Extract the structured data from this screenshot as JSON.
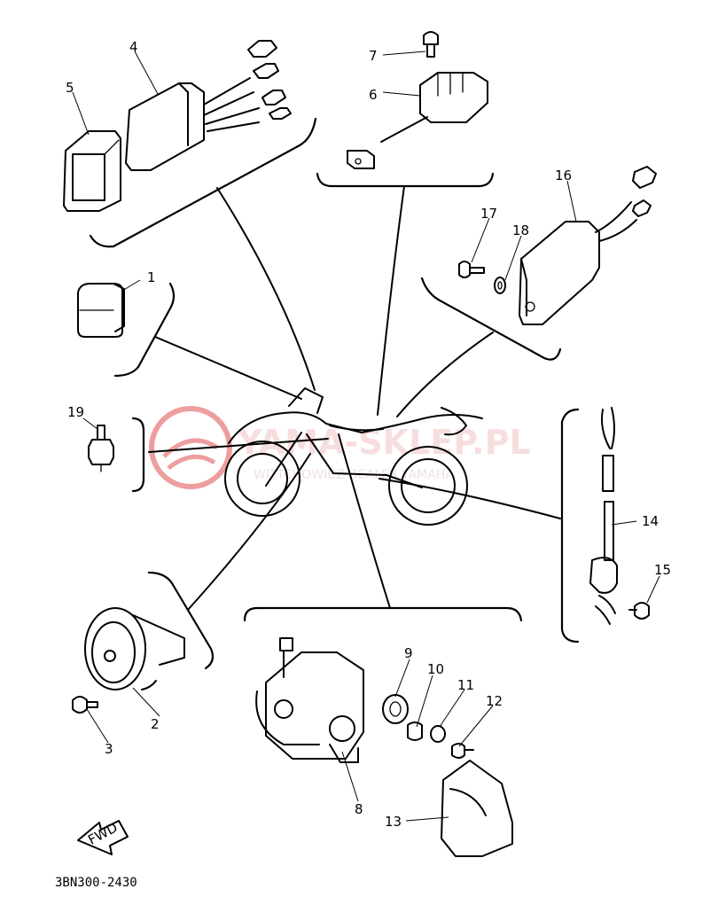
{
  "diagram_code": "3BN300-2430",
  "fwd_label": "FWD",
  "watermark": {
    "title": "YAMA-SKLEP.PL",
    "subtitle": "WITTCHOWICZ DEALER YAMAHA"
  },
  "callouts": [
    "1",
    "2",
    "3",
    "4",
    "5",
    "6",
    "7",
    "8",
    "9",
    "10",
    "11",
    "12",
    "13",
    "14",
    "15",
    "16",
    "17",
    "18",
    "19"
  ],
  "colors": {
    "ink": "#000000",
    "watermark": "#e05050"
  }
}
